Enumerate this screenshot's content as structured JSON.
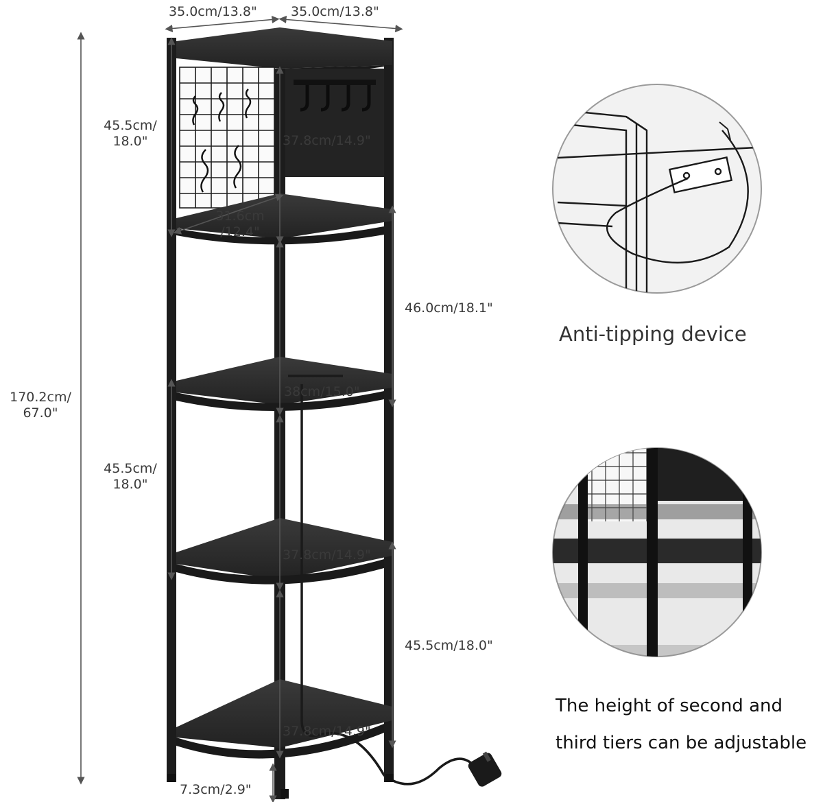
{
  "dimensions": {
    "top_width_left": "35.0cm/13.8\"",
    "top_width_right": "35.0cm/13.8\"",
    "total_height_cm": "170.2cm/",
    "total_height_in": "67.0\"",
    "tier1_height_cm": "45.5cm/",
    "tier1_height_in": "18.0\"",
    "tier1_inner_height": "37.8cm/14.9\"",
    "shelf_depth_cm": "31.6cm",
    "shelf_depth_in": "/12.4\"",
    "tier2_height": "46.0cm/18.1\"",
    "tier2_inner_height": "38cm/15.0\"",
    "tier3_height_cm": "45.5cm/",
    "tier3_height_in": "18.0\"",
    "tier3_inner_height": "37.8cm/14.9\"",
    "tier4_height": "45.5cm/18.0\"",
    "tier4_inner_height": "37.8cm/14.9\"",
    "leg_height": "7.3cm/2.9\""
  },
  "captions": {
    "anti_tipping": "Anti-tipping device",
    "adjustable_line1": "The height of second and",
    "adjustable_line2": "third tiers can be adjustable"
  },
  "colors": {
    "frame": "#1c1c1c",
    "shelf": "#2b2b2b",
    "dimension_line": "#555555",
    "circle_border": "#9a9a9a"
  }
}
